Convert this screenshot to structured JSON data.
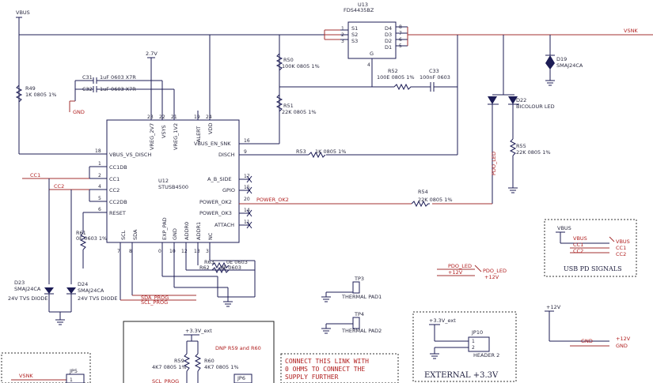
{
  "nets": {
    "vbus": "VBUS",
    "vsnk": "VSNK",
    "gnd": "GND",
    "cc1": "CC1",
    "cc2": "CC2",
    "v27": "2.7V",
    "p3v3": "+3.3V",
    "p3v3_ext": "+3.3V_ext",
    "p12v": "+12V",
    "power_ok2": "POWER_OK2",
    "pdo_led": "PDO_LED",
    "sda_prog": "SDA_PROG",
    "scl_prog": "SCL_PROG"
  },
  "u12": {
    "ref": "U12",
    "part": "STUSB4500",
    "left_pins": [
      {
        "num": "18",
        "name": "VBUS_VS_DISCH"
      },
      {
        "num": "1",
        "name": "CC1DB"
      },
      {
        "num": "2",
        "name": "CC1"
      },
      {
        "num": "4",
        "name": "CC2"
      },
      {
        "num": "5",
        "name": "CC2DB"
      },
      {
        "num": "6",
        "name": "RESET"
      }
    ],
    "top_pins": [
      {
        "num": "23",
        "name": "VREG_2V7"
      },
      {
        "num": "22",
        "name": "VSYS"
      },
      {
        "num": "21",
        "name": "VREG_1V2"
      },
      {
        "num": "19",
        "name": "ALERT"
      },
      {
        "num": "24",
        "name": "VDD"
      }
    ],
    "right_pins": [
      {
        "num": "16",
        "name": "VBUS_EN_SNK"
      },
      {
        "num": "9",
        "name": "DISCH"
      },
      {
        "num": "17",
        "name": "A_B_SIDE"
      },
      {
        "num": "15",
        "name": "GPIO"
      },
      {
        "num": "20",
        "name": "POWER_OK2"
      },
      {
        "num": "14",
        "name": "POWER_OK3"
      },
      {
        "num": "11",
        "name": "ATTACH"
      }
    ],
    "bottom_pins": [
      {
        "num": "7",
        "name": "SCL"
      },
      {
        "num": "8",
        "name": "SDA"
      },
      {
        "num": "0",
        "name": "EXP_PAD"
      },
      {
        "num": "10",
        "name": "GND"
      },
      {
        "num": "12",
        "name": "ADDR0"
      },
      {
        "num": "13",
        "name": "ADDR1"
      },
      {
        "num": "3",
        "name": "NC"
      }
    ]
  },
  "u13": {
    "ref": "U13",
    "part": "FDS4435BZ",
    "pins_left": [
      "S1",
      "S2",
      "S3"
    ],
    "pins_left_num": [
      "1",
      "2",
      "3"
    ],
    "pins_right": [
      "D4",
      "D3",
      "D2",
      "D1"
    ],
    "pins_right_num": [
      "8",
      "7",
      "6",
      "5"
    ],
    "gate": "G",
    "gate_num": "4"
  },
  "parts": {
    "r49": {
      "ref": "R49",
      "val": "1K 0805 1%"
    },
    "c31": {
      "ref": "C31",
      "val": "1uF 0603 X7R"
    },
    "c32": {
      "ref": "C32",
      "val": "1uF 0603 X7R"
    },
    "r50": {
      "ref": "R50",
      "val": "100K 0805 1%"
    },
    "r51": {
      "ref": "R51",
      "val": "22K 0805 1%"
    },
    "r52": {
      "ref": "R52",
      "val": "100E 0805 1%"
    },
    "c33": {
      "ref": "C33",
      "val": "100nF 0603"
    },
    "r53": {
      "ref": "R53",
      "val": "1K 0805 1%"
    },
    "r54": {
      "ref": "R54",
      "val": "22K 0805 1%"
    },
    "r55": {
      "ref": "R55",
      "val": "22K 0805 1%"
    },
    "r61": {
      "ref": "R61",
      "val": "0E 0603 1%"
    },
    "r62": {
      "ref": "R62",
      "val": "0E 0603"
    },
    "r63": {
      "ref": "R63",
      "val": "0E 0603"
    },
    "d19": {
      "ref": "D19",
      "val": "SMAJ24CA"
    },
    "d22": {
      "ref": "D22",
      "val": "BICOLOUR LED"
    },
    "d23": {
      "ref": "D23",
      "val": "SMAJ24CA",
      "desc": "24V TVS DIODE"
    },
    "d24": {
      "ref": "D24",
      "val": "SMAJ24CA",
      "desc": "24V TVS DIODE"
    },
    "tp3": {
      "ref": "TP3",
      "val": "THERMAL PAD1"
    },
    "tp4": {
      "ref": "TP4",
      "val": "THERMAL PAD2"
    },
    "jp10": {
      "ref": "JP10",
      "val": "HEADER 2"
    },
    "jp5": {
      "ref": "JP5"
    },
    "jp6": {
      "ref": "JP6"
    },
    "r59": {
      "ref": "R59",
      "val": "4K7 0805 1%"
    },
    "r60": {
      "ref": "R60",
      "val": "4K7 0805 1%"
    }
  },
  "labels": {
    "pdo_led_vert": "PDO_LED",
    "dnp_note": "DNP R59 and R60",
    "link_note": [
      "CONNECT THIS LINK WITH",
      "0 OHMS TO CONNECT THE",
      "SUPPLY FURTHER"
    ],
    "external": "EXTERNAL +3.3V",
    "usb_pd_signals": "USB PD SIGNALS"
  },
  "legend": [
    "VBUS",
    "CC1",
    "CC2"
  ],
  "pin_nums": {
    "one": "1",
    "two": "2"
  }
}
